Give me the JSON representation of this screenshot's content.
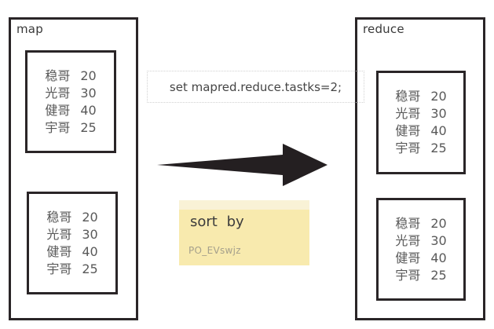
{
  "map_box": {
    "label": "map",
    "partitions": [
      {
        "records": [
          {
            "name": "稳哥",
            "value": "20"
          },
          {
            "name": "光哥",
            "value": "30"
          },
          {
            "name": "健哥",
            "value": "40"
          },
          {
            "name": "宇哥",
            "value": "25"
          }
        ]
      },
      {
        "records": [
          {
            "name": "稳哥",
            "value": "20"
          },
          {
            "name": "光哥",
            "value": "30"
          },
          {
            "name": "健哥",
            "value": "40"
          },
          {
            "name": "宇哥",
            "value": "25"
          }
        ]
      }
    ]
  },
  "reduce_box": {
    "label": "reduce",
    "partitions": [
      {
        "records": [
          {
            "name": "稳哥",
            "value": "20"
          },
          {
            "name": "光哥",
            "value": "30"
          },
          {
            "name": "健哥",
            "value": "40"
          },
          {
            "name": "宇哥",
            "value": "25"
          }
        ]
      },
      {
        "records": [
          {
            "name": "稳哥",
            "value": "20"
          },
          {
            "name": "光哥",
            "value": "30"
          },
          {
            "name": "健哥",
            "value": "40"
          },
          {
            "name": "宇哥",
            "value": "25"
          }
        ]
      }
    ]
  },
  "command_box": {
    "text": "set mapred.reduce.tastks=2;"
  },
  "sticky_note": {
    "title": "sort by",
    "watermark": "PO_EVswjz"
  },
  "arrow": {
    "direction": "right"
  },
  "colors": {
    "box_border": "#2a2527",
    "record_text": "#595959",
    "arrow_fill": "#241f21",
    "note_body": "#f8eaae",
    "note_band": "#f9f2d6",
    "dotted_border": "#d2d2d2"
  }
}
